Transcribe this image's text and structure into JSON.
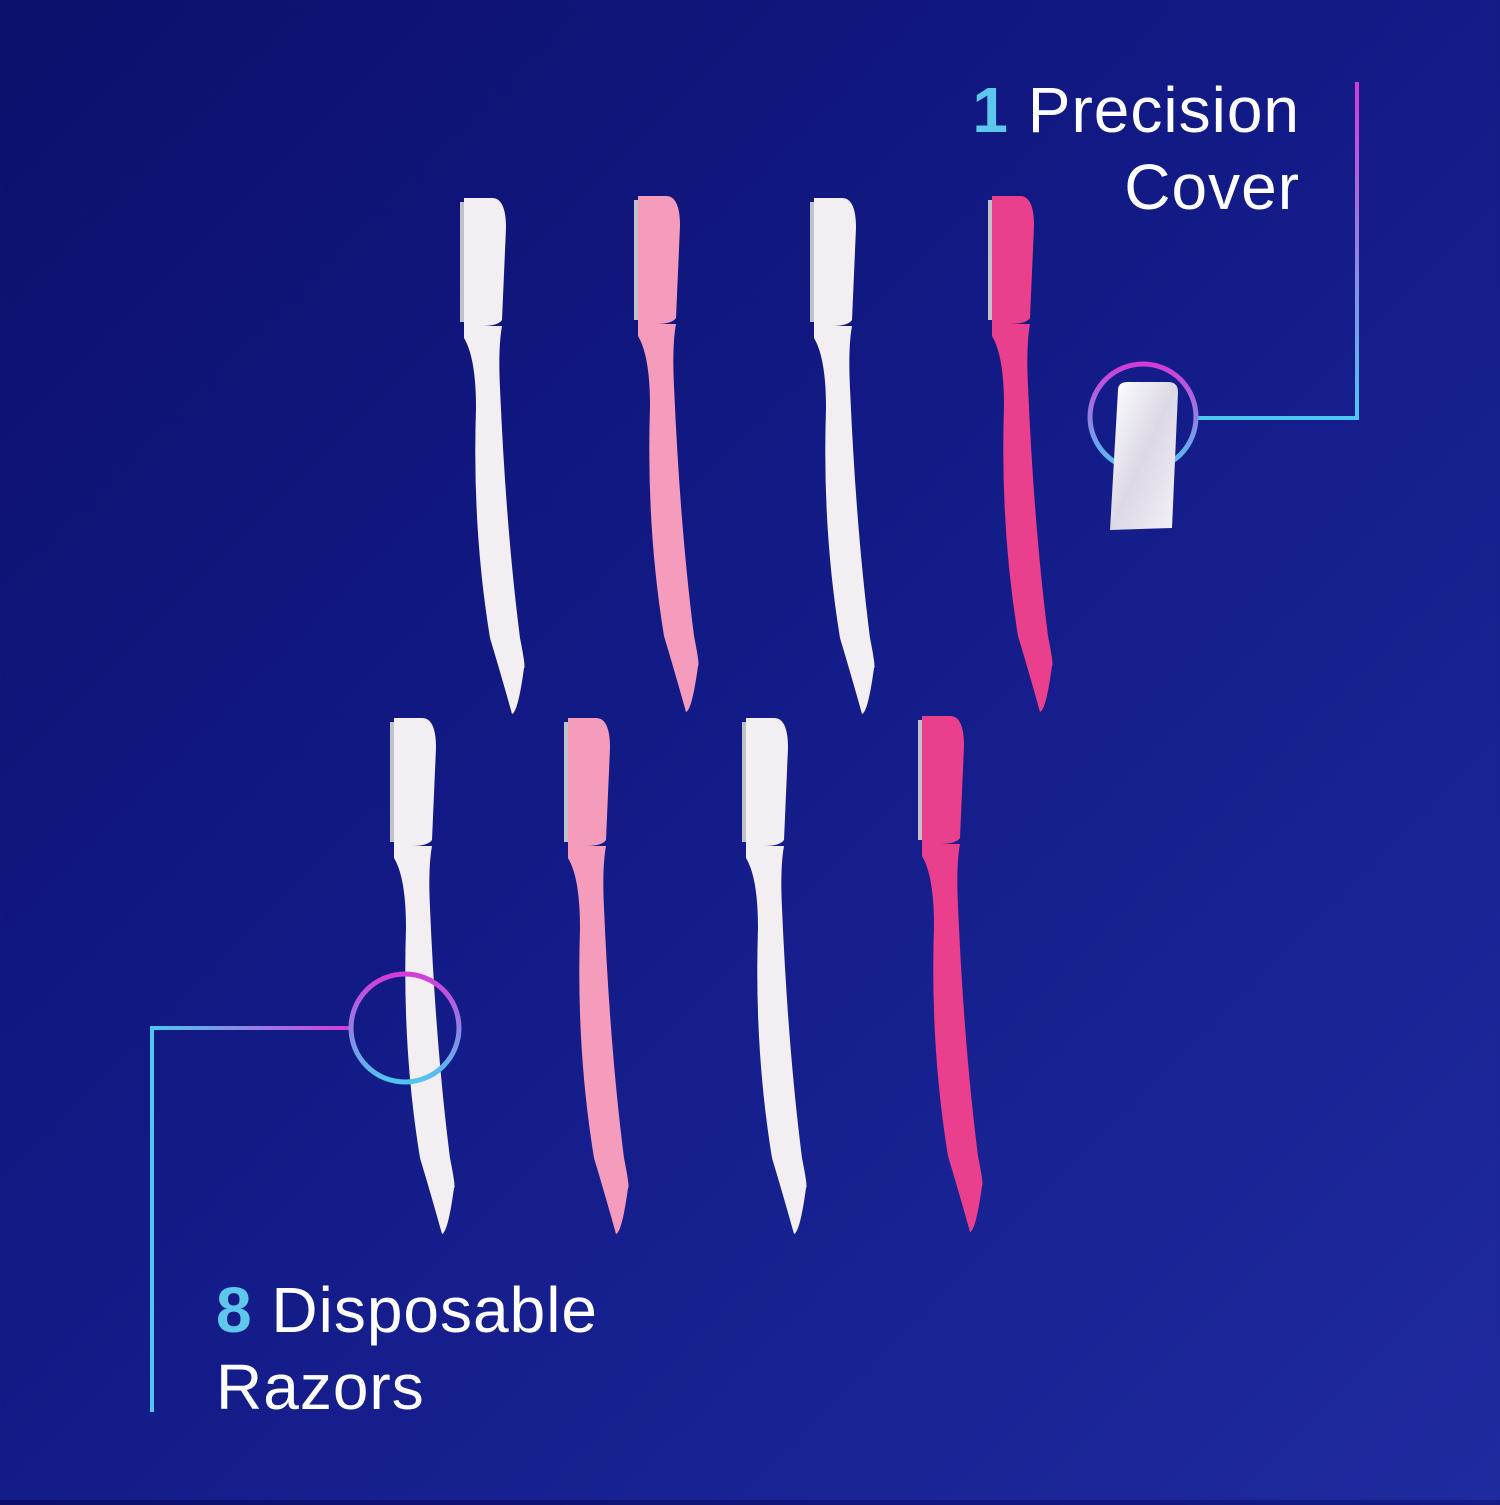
{
  "cover_callout": {
    "count": "1",
    "line1": "Precision",
    "line2": "Cover"
  },
  "razors_callout": {
    "count": "8",
    "line1": "Disposable",
    "line2": "Razors"
  },
  "colors": {
    "background_start": "#0c0f6b",
    "background_end": "#1f2a9e",
    "count_accent": "#5ec8ec",
    "callout_line_pink": "#d43bd8",
    "callout_line_blue": "#4fc6ef",
    "razor_white": "#f2eef1",
    "razor_light_pink": "#f59bbc",
    "razor_hot_pink": "#ea3f8c"
  },
  "razors": [
    {
      "row": 1,
      "color": "white"
    },
    {
      "row": 1,
      "color": "light-pink"
    },
    {
      "row": 1,
      "color": "white"
    },
    {
      "row": 1,
      "color": "hot-pink"
    },
    {
      "row": 2,
      "color": "white"
    },
    {
      "row": 2,
      "color": "light-pink"
    },
    {
      "row": 2,
      "color": "white"
    },
    {
      "row": 2,
      "color": "hot-pink"
    }
  ]
}
